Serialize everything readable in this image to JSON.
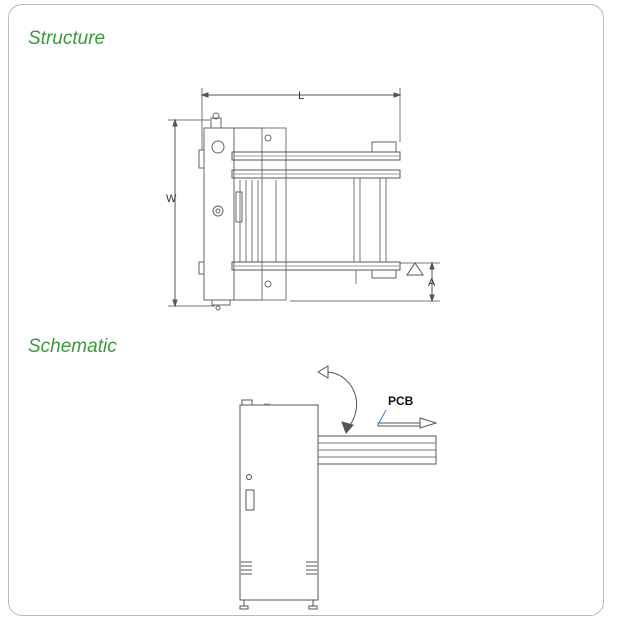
{
  "sections": {
    "structure_title": "Structure",
    "schematic_title": "Schematic"
  },
  "structure_drawing": {
    "dimension_length_label": "L",
    "dimension_width_label": "W",
    "dimension_height_label": "A"
  },
  "schematic_drawing": {
    "pcb_label": "PCB"
  },
  "colors": {
    "title_green": "#3b9a3b",
    "line": "#555555",
    "card_border": "#b9b9b9"
  }
}
